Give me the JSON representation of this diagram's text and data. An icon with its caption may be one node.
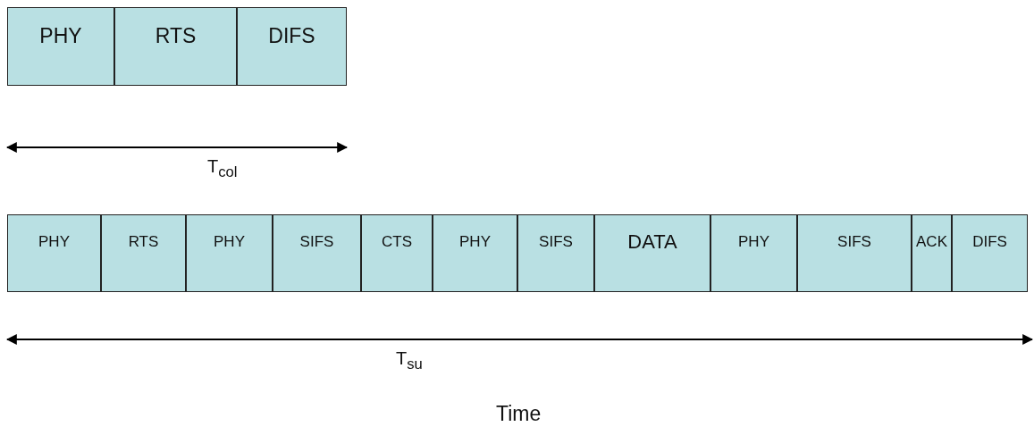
{
  "diagram": {
    "nodes": [
      {
        "text": [
          "PHY"
        ]
      },
      {
        "text": [
          "RTS"
        ]
      },
      {
        "text": [
          "DIFS"
        ]
      },
      {
        "text": [
          "PHY"
        ]
      },
      {
        "text": [
          "RTS"
        ]
      },
      {
        "text": [
          "PHY"
        ]
      },
      {
        "text": [
          "SIFS"
        ]
      },
      {
        "text": [
          "CTS"
        ]
      },
      {
        "text": [
          "PHY"
        ]
      },
      {
        "text": [
          "SIFS"
        ]
      },
      {
        "text": [
          "DATA"
        ]
      },
      {
        "text": [
          "PHY"
        ]
      },
      {
        "text": [
          "SIFS"
        ]
      },
      {
        "text": [
          "ACK"
        ]
      },
      {
        "text": [
          "DIFS"
        ]
      }
    ],
    "edges": [],
    "labels": [
      "T$_{col}$",
      "T$_{su}$",
      "Time"
    ]
  }
}
